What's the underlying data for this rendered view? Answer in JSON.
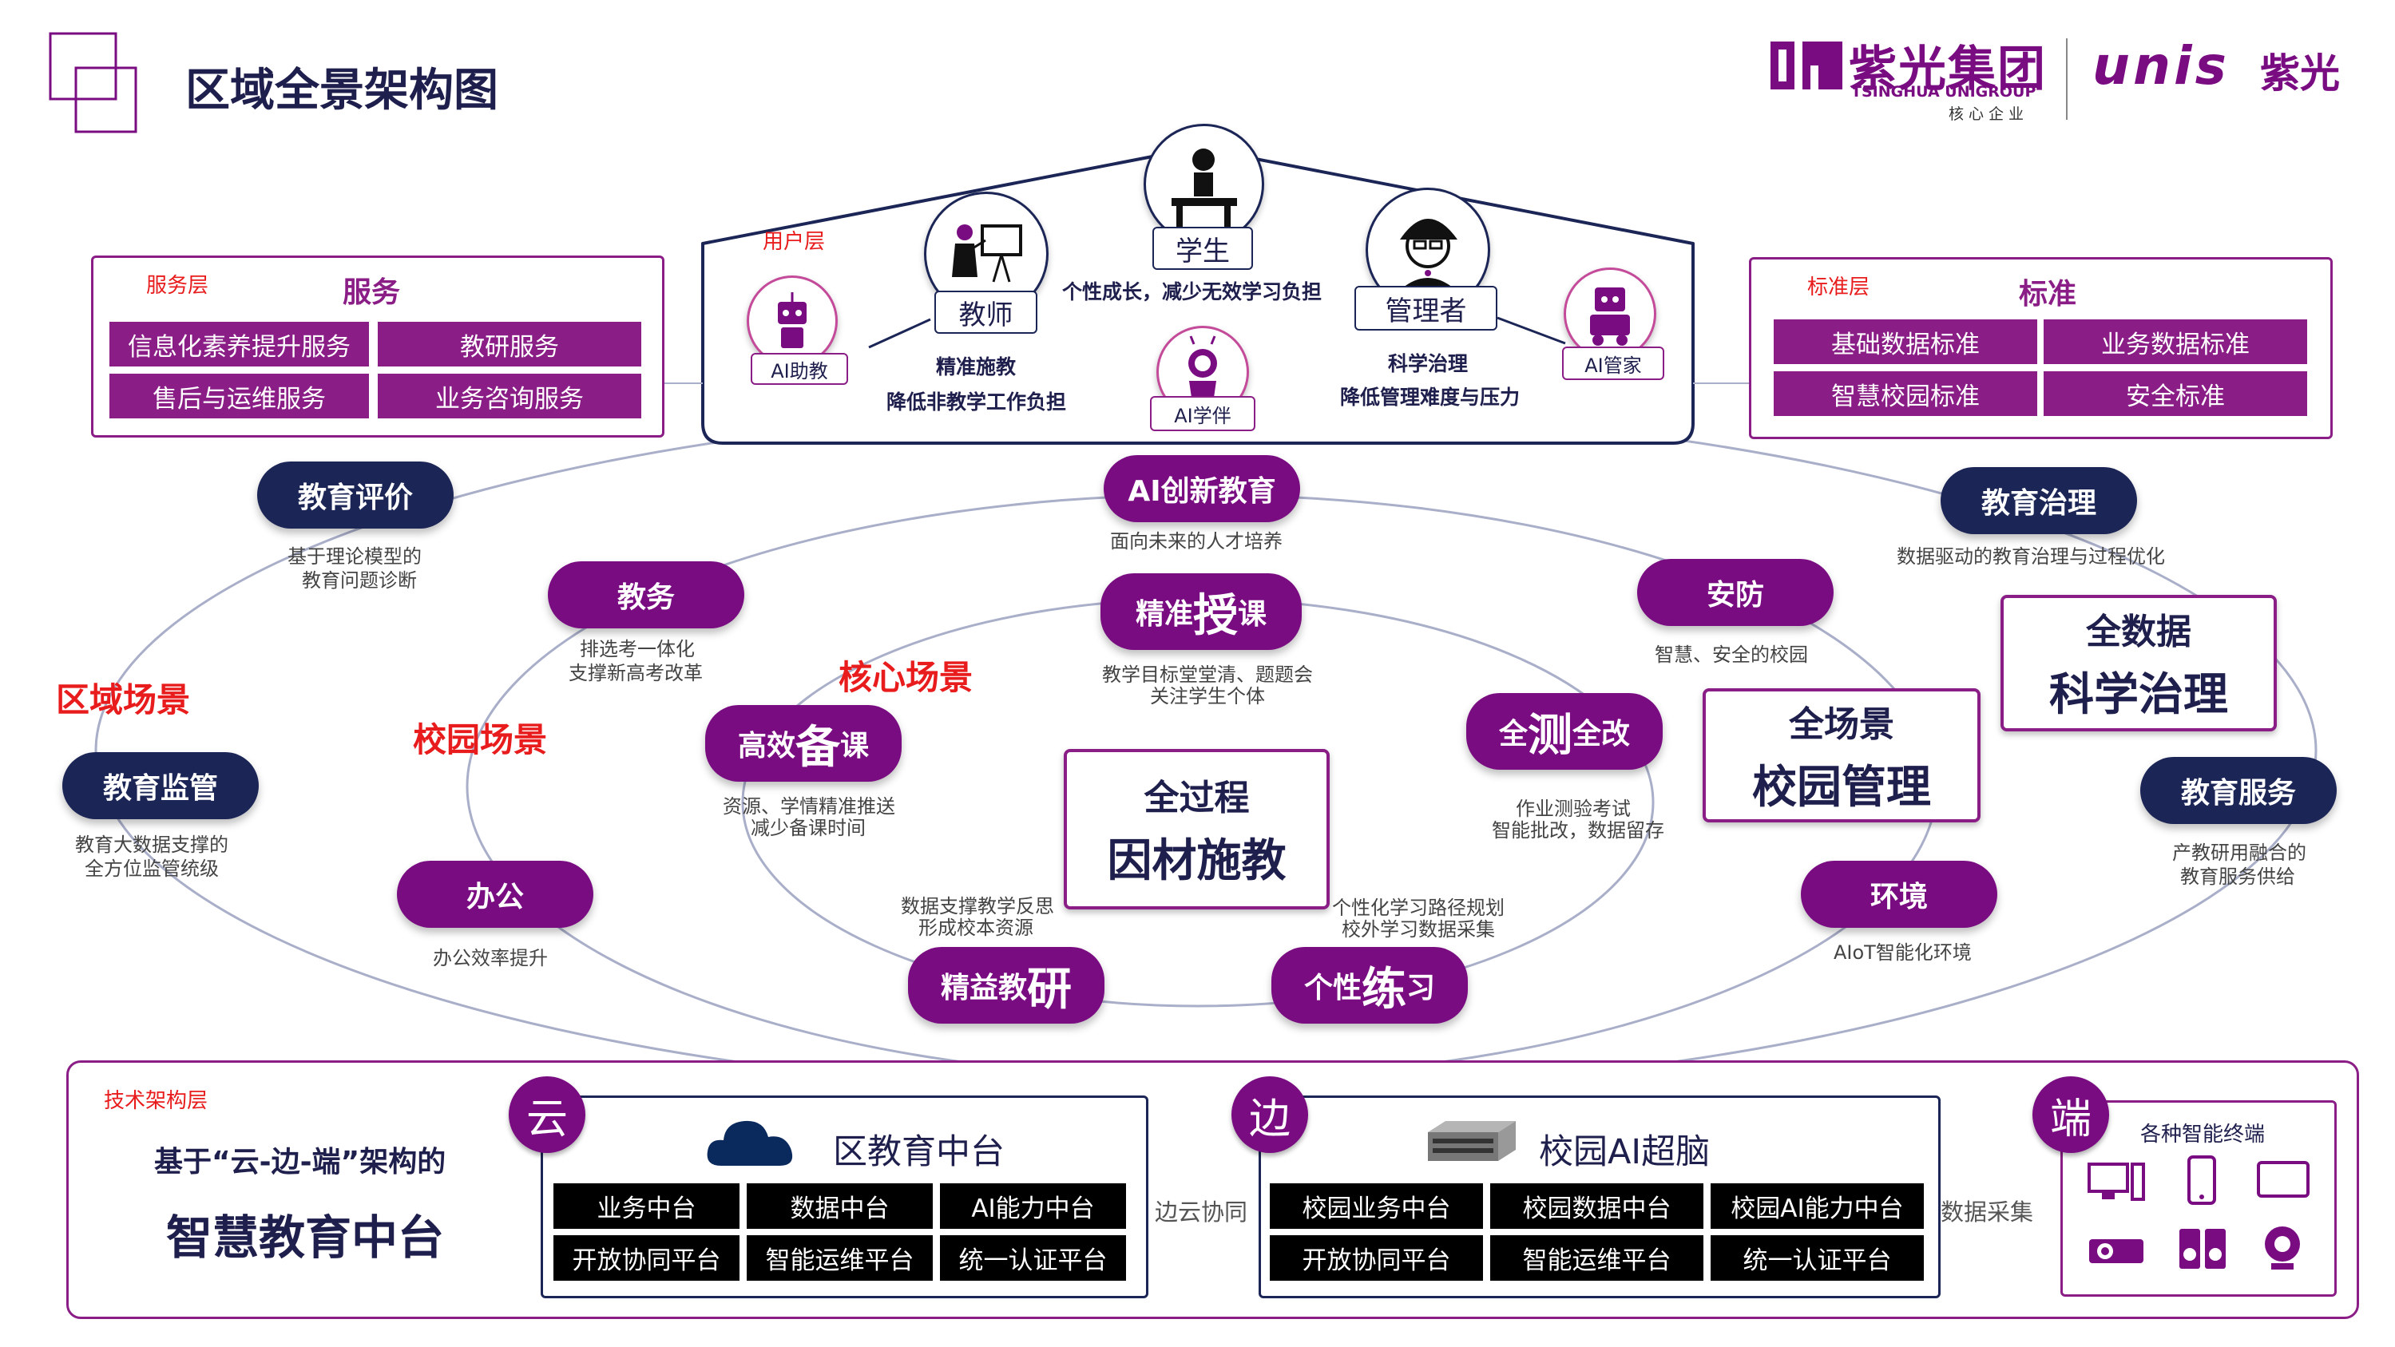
{
  "header": {
    "title": "区域全景架构图",
    "logo_cn": "紫光集团",
    "logo_en": "TSINGHUA UNIGROUP",
    "logo_sub": "核心企业",
    "unis": "UNIS",
    "unis_cn": "紫光"
  },
  "service_layer": {
    "tag": "服务层",
    "title": "服务",
    "items": [
      "信息化素养提升服务",
      "教研服务",
      "售后与运维服务",
      "业务咨询服务"
    ]
  },
  "standard_layer": {
    "tag": "标准层",
    "title": "标准",
    "items": [
      "基础数据标准",
      "业务数据标准",
      "智慧校园标准",
      "安全标准"
    ]
  },
  "user_layer": {
    "tag": "用户层",
    "ai_assistant": "AI助教",
    "teacher": "教师",
    "teacher_text_1": "精准施教",
    "teacher_text_2": "降低非教学工作负担",
    "student": "学生",
    "student_text": "个性成长，减少无效学习负担",
    "ai_companion": "AI学伴",
    "manager": "管理者",
    "manager_text_1": "科学治理",
    "manager_text_2": "降低管理难度与压力",
    "ai_steward": "AI管家"
  },
  "scenes": {
    "region": "区域场景",
    "campus": "校园场景",
    "core": "核心场景"
  },
  "outer": {
    "eval": {
      "label": "教育评价",
      "desc1": "基于理论模型的",
      "desc2": "教育问题诊断"
    },
    "supervise": {
      "label": "教育监管",
      "desc1": "教育大数据支撑的",
      "desc2": "全方位监管统级"
    },
    "govern": {
      "label": "教育治理",
      "desc1": "数据驱动的教育治理与过程优化"
    },
    "service": {
      "label": "教育服务",
      "desc1": "产教研用融合的",
      "desc2": "教育服务供给"
    },
    "ai_edu": {
      "label": "AI创新教育",
      "desc1": "面向未来的人才培养"
    }
  },
  "middle": {
    "affairs": {
      "label": "教务",
      "desc1": "排选考一体化",
      "desc2": "支撑新高考改革"
    },
    "security": {
      "label": "安防",
      "desc1": "智慧、安全的校园"
    },
    "office": {
      "label": "办公",
      "desc1": "办公效率提升"
    },
    "environment": {
      "label": "环境",
      "desc1": "AIoT智能化环境"
    }
  },
  "inner": {
    "teach": {
      "pre": "精准",
      "big": "授",
      "post": "课",
      "desc1": "教学目标堂堂清、题题会",
      "desc2": "关注学生个体"
    },
    "prep": {
      "pre": "高效",
      "big": "备",
      "post": "课",
      "desc1": "资源、学情精准推送",
      "desc2": "减少备课时间"
    },
    "test": {
      "pre": "全",
      "big": "测",
      "post": "全改",
      "desc1": "作业测验考试",
      "desc2": "智能批改，数据留存"
    },
    "research": {
      "pre": "精益教",
      "big": "研",
      "post": "",
      "desc1": "数据支撑教学反思",
      "desc2": "形成校本资源"
    },
    "practice": {
      "pre": "个性",
      "big": "练",
      "post": "习",
      "desc1": "个性化学习路径规划",
      "desc2": "校外学习数据采集"
    }
  },
  "center": {
    "line1": "全过程",
    "line2": "因材施教"
  },
  "campus_mgmt": {
    "line1": "全场景",
    "line2": "校园管理"
  },
  "data_gov": {
    "line1": "全数据",
    "line2": "科学治理"
  },
  "tech_layer": {
    "tag": "技术架构层",
    "title_1": "基于“云-边-端”架构的",
    "title_2": "智慧教育中台",
    "cloud": {
      "badge": "云",
      "title": "区教育中台",
      "row1": [
        "业务中台",
        "数据中台",
        "AI能力中台"
      ],
      "row2": [
        "开放协同平台",
        "智能运维平台",
        "统一认证平台"
      ]
    },
    "edge_cloud_sync": "边云协同",
    "edge": {
      "badge": "边",
      "title": "校园AI超脑",
      "row1": [
        "校园业务中台",
        "校园数据中台",
        "校园AI能力中台"
      ],
      "row2": [
        "开放协同平台",
        "智能运维平台",
        "统一认证平台"
      ]
    },
    "data_collect": "数据采集",
    "end": {
      "badge": "端",
      "title": "各种智能终端"
    }
  },
  "colors": {
    "purple": "#7a0c82",
    "navy": "#1b2556",
    "red": "#e81c1c"
  },
  "icons": [
    "cloud-icon",
    "server-icon",
    "computer-icon",
    "phone-icon",
    "tablet-icon",
    "projector-icon",
    "speaker-icon",
    "camera-icon"
  ]
}
